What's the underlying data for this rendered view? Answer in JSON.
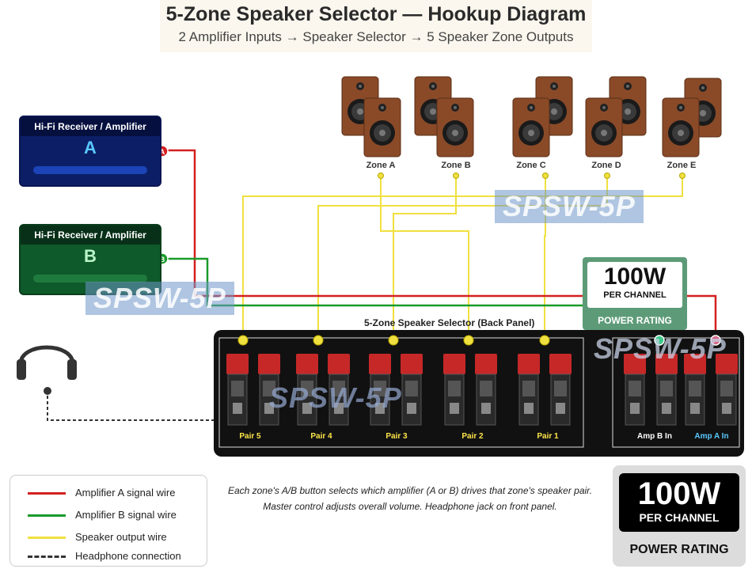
{
  "title": "5-Zone Speaker Selector — Hookup Diagram",
  "subtitle": "2 Amplifier Inputs → Speaker Selector → 5 Speaker Zone Outputs",
  "amplifiers": [
    {
      "label": "Hi-Fi Receiver / Amplifier",
      "letter": "A",
      "port": "A"
    },
    {
      "label": "Hi-Fi Receiver / Amplifier",
      "letter": "B",
      "port": "B"
    }
  ],
  "zones": [
    "Zone A",
    "Zone B",
    "Zone C",
    "Zone D",
    "Zone E"
  ],
  "panel": {
    "title": "5-Zone Speaker Selector (Back Panel)",
    "pairs": [
      "Pair 5",
      "Pair 4",
      "Pair 3",
      "Pair 2",
      "Pair 1"
    ],
    "inputs": [
      "Amp B In",
      "Amp A In"
    ]
  },
  "badge": {
    "value": "100W",
    "unit": "PER CHANNEL",
    "label": "POWER RATING"
  },
  "watermark": "SPSW-5P",
  "legend": [
    {
      "label": "Amplifier A signal wire",
      "color": "#d42020",
      "style": "solid"
    },
    {
      "label": "Amplifier B signal wire",
      "color": "#1a9a2a",
      "style": "solid"
    },
    {
      "label": "Speaker output wire",
      "color": "#f0e040",
      "style": "solid"
    },
    {
      "label": "Headphone connection",
      "color": "#333333",
      "style": "dashed"
    }
  ],
  "note": [
    "Each zone's A/B button selects which amplifier (A or B) drives that zone's speaker pair.",
    "Master control adjusts overall volume. Headphone jack on front panel."
  ],
  "icons": [
    "speaker-icon",
    "headphone-icon",
    "terminal-icon"
  ]
}
